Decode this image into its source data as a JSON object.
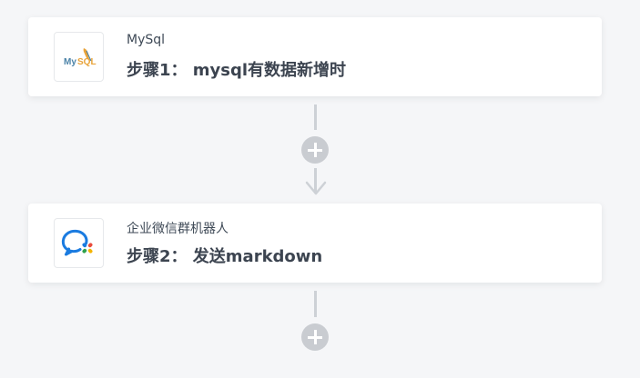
{
  "steps": [
    {
      "app_name": "MySql",
      "title": "步骤1： mysql有数据新增时",
      "icon": "mysql-dolphin-logo"
    },
    {
      "app_name": "企业微信群机器人",
      "title": "步骤2： 发送markdown",
      "icon": "wecom-robot-logo"
    }
  ],
  "colors": {
    "background": "#f5f6f8",
    "card": "#ffffff",
    "connector": "#cdd1d6",
    "add_button": "#c9ccd1",
    "wecom_blue": "#1a7be0"
  }
}
